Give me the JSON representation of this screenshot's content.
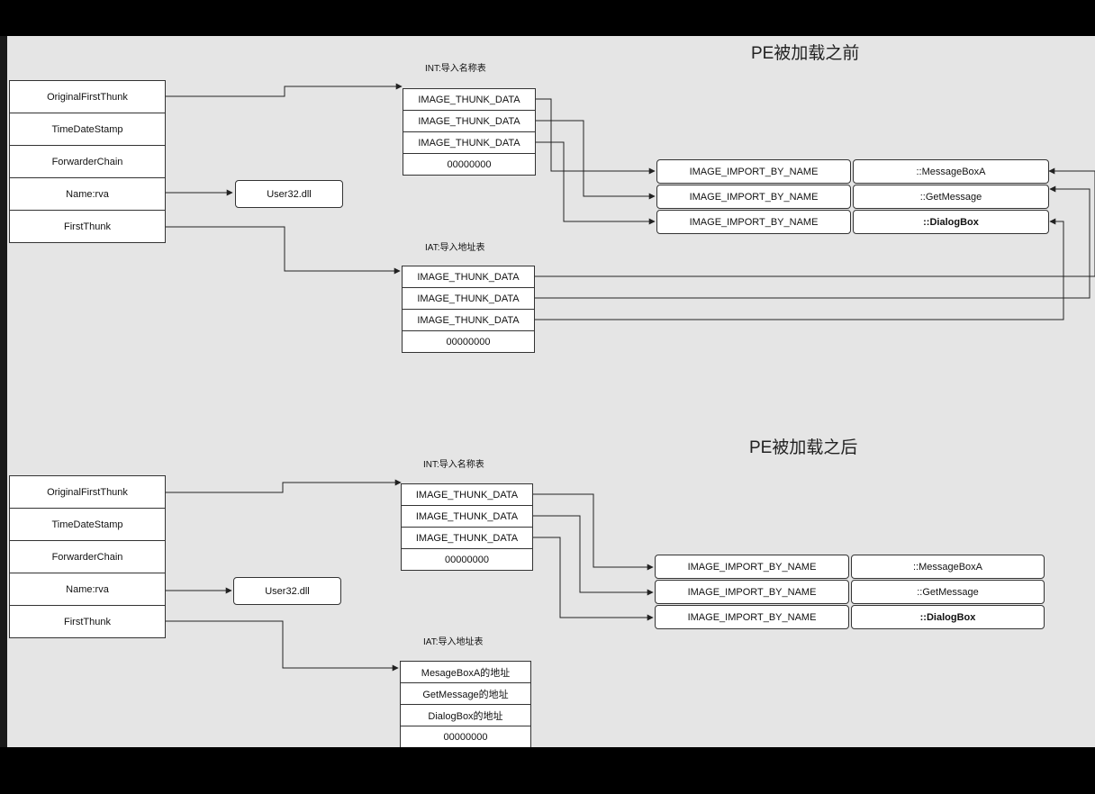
{
  "before": {
    "title": "PE被加载之前",
    "descriptor_fields": [
      "OriginalFirstThunk",
      "TimeDateStamp",
      "ForwarderChain",
      "Name:rva",
      "FirstThunk"
    ],
    "dll_name": "User32.dll",
    "int_label": "INT:导入名称表",
    "int_rows": [
      "IMAGE_THUNK_DATA",
      "IMAGE_THUNK_DATA",
      "IMAGE_THUNK_DATA",
      "00000000"
    ],
    "iat_label": "IAT:导入地址表",
    "iat_rows": [
      "IMAGE_THUNK_DATA",
      "IMAGE_THUNK_DATA",
      "IMAGE_THUNK_DATA",
      "00000000"
    ],
    "import_rows": [
      {
        "type": "IMAGE_IMPORT_BY_NAME",
        "func": "::MessageBoxA"
      },
      {
        "type": "IMAGE_IMPORT_BY_NAME",
        "func": "::GetMessage"
      },
      {
        "type": "IMAGE_IMPORT_BY_NAME",
        "func": "::DialogBox"
      }
    ]
  },
  "after": {
    "title": "PE被加载之后",
    "descriptor_fields": [
      "OriginalFirstThunk",
      "TimeDateStamp",
      "ForwarderChain",
      "Name:rva",
      "FirstThunk"
    ],
    "dll_name": "User32.dll",
    "int_label": "INT:导入名称表",
    "int_rows": [
      "IMAGE_THUNK_DATA",
      "IMAGE_THUNK_DATA",
      "IMAGE_THUNK_DATA",
      "00000000"
    ],
    "iat_label": "IAT:导入地址表",
    "iat_rows": [
      "MesageBoxA的地址",
      "GetMessage的地址",
      "DialogBox的地址",
      "00000000"
    ],
    "import_rows": [
      {
        "type": "IMAGE_IMPORT_BY_NAME",
        "func": "::MessageBoxA"
      },
      {
        "type": "IMAGE_IMPORT_BY_NAME",
        "func": "::GetMessage"
      },
      {
        "type": "IMAGE_IMPORT_BY_NAME",
        "func": "::DialogBox"
      }
    ]
  },
  "colors": {
    "line": "#222222",
    "canvas": "#e5e5e5",
    "frame": "#000000"
  }
}
